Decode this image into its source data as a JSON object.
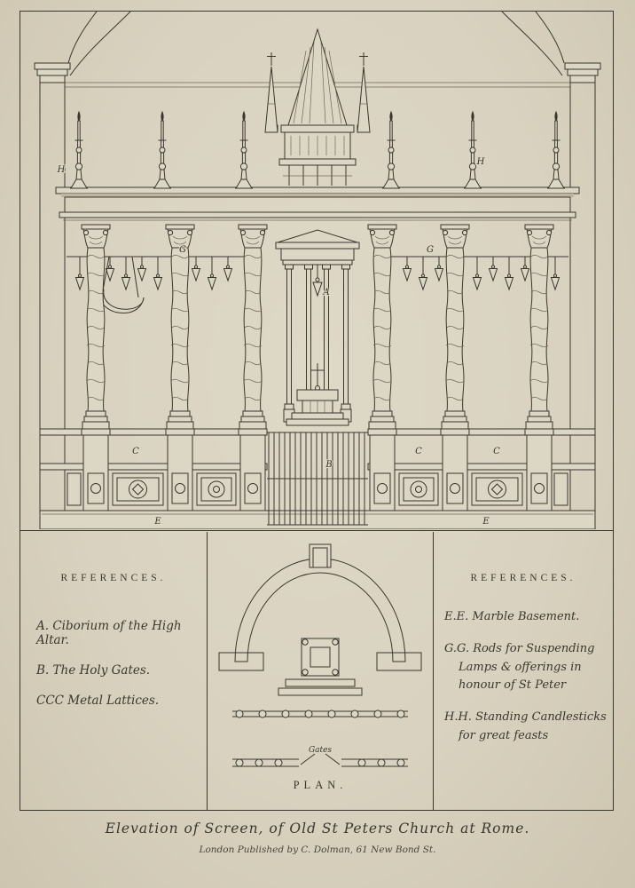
{
  "plate": {
    "title": "Elevation of Screen, of Old St Peters Church at Rome.",
    "imprint": "London Published by C. Dolman, 61 New Bond St."
  },
  "references_left": {
    "heading": "REFERENCES.",
    "items": [
      "A. Ciborium of the High Altar.",
      "B. The Holy Gates.",
      "CCC Metal Lattices."
    ]
  },
  "references_right": {
    "heading": "REFERENCES.",
    "items": [
      "E.E. Marble Basement.",
      "G.G. Rods for Suspending Lamps & offerings in honour of St Peter",
      "H.H. Standing Candlesticks for great feasts"
    ]
  },
  "plan": {
    "caption": "PLAN.",
    "gates_label": "Gates"
  },
  "elevation": {
    "labels": {
      "h1": "H",
      "h2": "H",
      "g1": "G",
      "g2": "G",
      "a": "A",
      "b": "B",
      "e1": "E",
      "e2": "E",
      "c1": "C",
      "c2": "C",
      "c3": "C"
    }
  },
  "colors": {
    "paper": "#dcd6c5",
    "ink": "#3a372d",
    "shadow": "#bdb5a1"
  }
}
